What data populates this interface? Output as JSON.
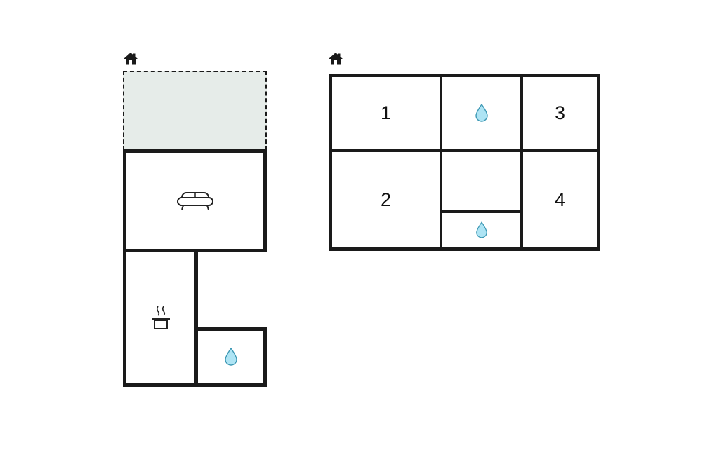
{
  "title": "floor-plan-diagram",
  "colors": {
    "wall": "#1a1a1a",
    "background": "#ffffff",
    "terrace_fill": "#e6ece9",
    "water_drop_fill": "#aee4f4",
    "water_drop_stroke": "#3d98b4",
    "label_color": "#111111"
  },
  "left_plan": {
    "entrance": "house-icon",
    "rooms": {
      "terrace": {
        "name": "terrace",
        "style": "dashed-outline"
      },
      "living": {
        "name": "living-room",
        "icon": "sofa-icon"
      },
      "kitchen": {
        "name": "kitchen",
        "icon": "cooking-pot-icon"
      },
      "bathroom": {
        "name": "bathroom",
        "icon": "water-drop-icon"
      }
    }
  },
  "right_plan": {
    "entrance": "house-icon",
    "rooms": {
      "room1": {
        "label": "1"
      },
      "room2": {
        "label": "2"
      },
      "room3": {
        "label": "3"
      },
      "room4": {
        "label": "4"
      },
      "bath_top": {
        "icon": "water-drop-icon"
      },
      "hall": {
        "label": ""
      },
      "bath_bottom": {
        "icon": "water-drop-icon"
      }
    }
  }
}
